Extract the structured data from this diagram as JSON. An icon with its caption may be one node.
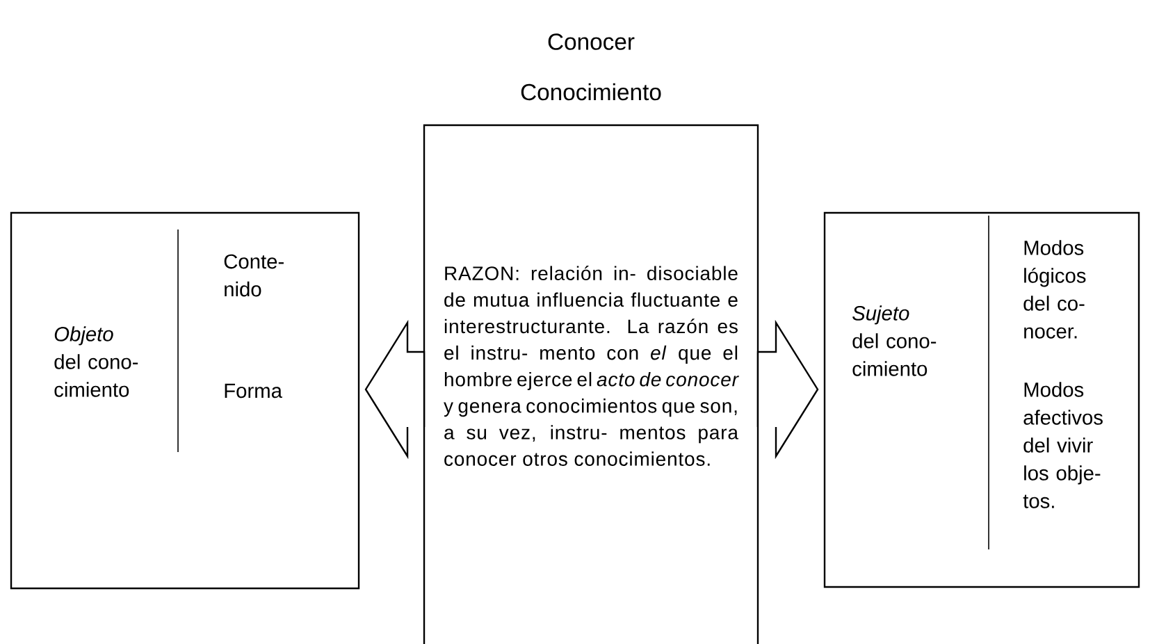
{
  "diagram": {
    "title": "Conocer",
    "nodes": [
      {
        "text": [
          "*Objeto* del cono- cimiento",
          "Conte- nido",
          "Forma"
        ]
      },
      {
        "text": [
          "Conocimiento",
          "RAZON: relación in- disociable de mutua influencia fluctuante e interestructurante. La razón es el instru- mento con *el* que el hombre ejerce el *acto de conocer* y genera conocimientos que son, a su vez, instru- mentos para conocer otros conocimientos."
        ]
      },
      {
        "text": [
          "*Sujeto* del cono- cimiento",
          "Modos lógicos del co- nocer.",
          "Modos afectivos del vivir los obje- tos."
        ]
      }
    ],
    "edges": [
      {
        "from": 1,
        "to": 0,
        "arrow": "to"
      },
      {
        "from": 1,
        "to": 2,
        "arrow": "to"
      }
    ]
  }
}
